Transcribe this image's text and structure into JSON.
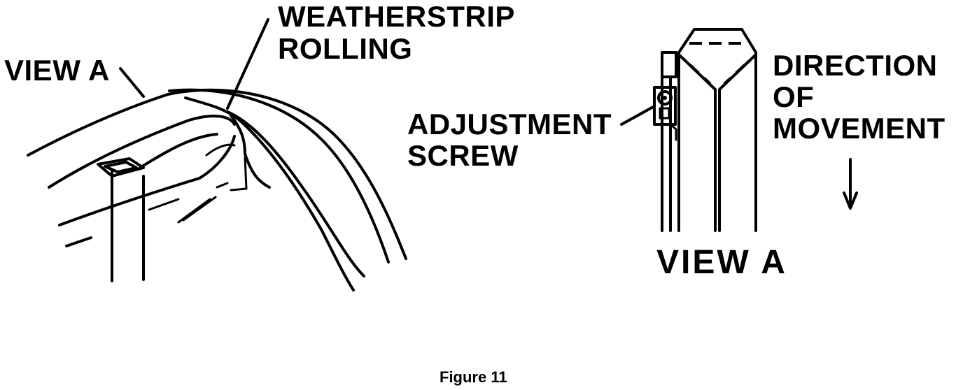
{
  "labels": {
    "weatherstrip_line1": "WEATHERSTRIP",
    "weatherstrip_line2": "ROLLING",
    "view_a_left": "VIEW A",
    "adjustment_line1": "ADJUSTMENT",
    "adjustment_line2": "SCREW",
    "direction_line1": "DIRECTION",
    "direction_line2": "OF",
    "direction_line3": "MOVEMENT",
    "view_a_right": "VIEW A",
    "caption": "Figure 11"
  },
  "icons": {
    "arrow": "down-arrow-icon",
    "screw": "adjustment-screw-icon"
  },
  "colors": {
    "ink": "#000000",
    "paper": "#ffffff"
  }
}
